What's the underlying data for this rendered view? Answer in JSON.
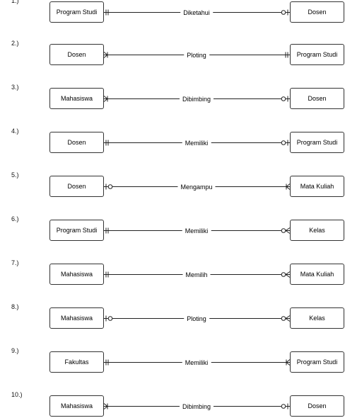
{
  "relationships": [
    {
      "num": "1.)",
      "left": "Program Studi",
      "label": "Diketahui",
      "right": "Dosen",
      "left_end": "one-only",
      "right_end": "zero-or-one"
    },
    {
      "num": "2.)",
      "left": "Dosen",
      "label": "Ploting",
      "right": "Program Studi",
      "left_end": "one-or-many",
      "right_end": "one-only"
    },
    {
      "num": "3.)",
      "left": "Mahasiswa",
      "label": "Dibimbing",
      "right": "Dosen",
      "left_end": "one-or-many",
      "right_end": "zero-or-one"
    },
    {
      "num": "4.)",
      "left": "Dosen",
      "label": "Memiliki",
      "right": "Program Studi",
      "left_end": "one-only",
      "right_end": "zero-or-one"
    },
    {
      "num": "5.)",
      "left": "Dosen",
      "label": "Mengampu",
      "right": "Mata Kuliah",
      "left_end": "zero-or-one",
      "right_end": "one-or-many"
    },
    {
      "num": "6.)",
      "left": "Program Studi",
      "label": "Memiliki",
      "right": "Kelas",
      "left_end": "one-only",
      "right_end": "zero-or-many"
    },
    {
      "num": "7.)",
      "left": "Mahasiswa",
      "label": "Memilih",
      "right": "Mata Kuliah",
      "left_end": "one-only",
      "right_end": "zero-or-many"
    },
    {
      "num": "8.)",
      "left": "Mahasiswa",
      "label": "Ploting",
      "right": "Kelas",
      "left_end": "zero-or-one",
      "right_end": "zero-or-many"
    },
    {
      "num": "9.)",
      "left": "Fakultas",
      "label": "Memiliki",
      "right": "Program Studi",
      "left_end": "one-only",
      "right_end": "one-or-many"
    },
    {
      "num": "10.)",
      "left": "Mahasiswa",
      "label": "Dibimbing",
      "right": "Dosen",
      "left_end": "one-or-many",
      "right_end": "zero-or-one"
    }
  ]
}
